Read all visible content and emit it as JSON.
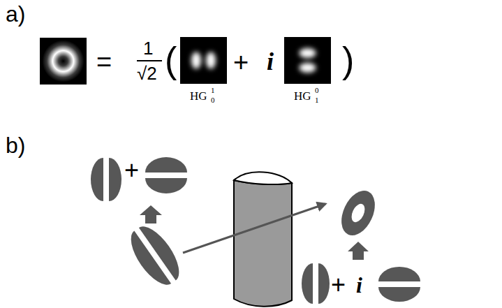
{
  "diagram": {
    "labels": [
      "a)",
      "=",
      "1",
      "√2",
      "(",
      "+",
      "i",
      ")",
      "HG",
      "1",
      "0",
      "HG",
      "0",
      "1",
      "b)",
      "+",
      "+",
      "i"
    ]
  }
}
